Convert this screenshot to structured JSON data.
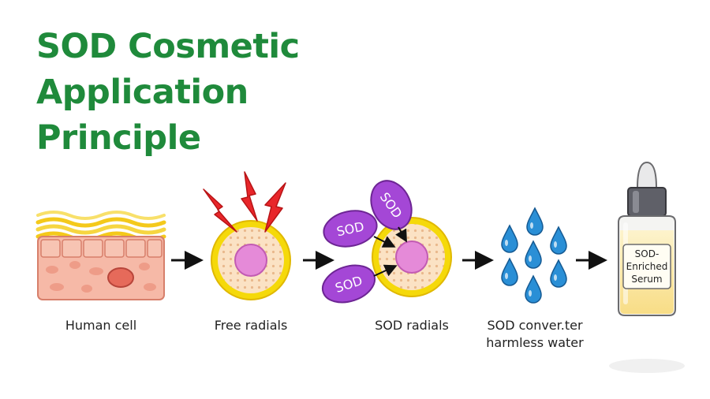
{
  "title_lines": [
    "SOD Cosmetic",
    "Application",
    "Principle"
  ],
  "steps": [
    {
      "caption_lines": [
        "Human cell"
      ]
    },
    {
      "caption_lines": [
        "Free radials"
      ]
    },
    {
      "caption_lines": [
        "SOD radials"
      ],
      "enzyme_label": "SOD"
    },
    {
      "caption_lines": [
        "SOD conver.ter",
        "harmless water"
      ]
    },
    {
      "caption_lines": [],
      "bottle_label_lines": [
        "SOD-",
        "Enriched",
        "Serum"
      ]
    }
  ],
  "colors": {
    "title": "#1f8a3b",
    "cell_ring": "#f5d90a",
    "cell_body": "#fbe2c4",
    "nucleus": "#e58ad8",
    "bolt": "#e8262a",
    "enzyme": "#a447d6",
    "water": "#2a8fd6",
    "serum": "#fbe8a4"
  },
  "icons": [
    "skin-layer-icon",
    "lightning-bolt-icon",
    "arrow-right-icon",
    "water-drop-icon",
    "dropper-bottle-icon"
  ]
}
